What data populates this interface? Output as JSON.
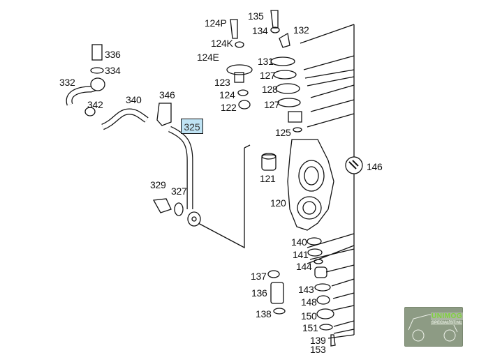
{
  "diagram": {
    "highlighted_part": "325",
    "labels": [
      "336",
      "334",
      "332",
      "342",
      "340",
      "346",
      "124P",
      "135",
      "134",
      "132",
      "124K",
      "124E",
      "131",
      "127",
      "128",
      "127",
      "125",
      "123",
      "124",
      "122",
      "121",
      "146",
      "120",
      "329",
      "327",
      "140",
      "141",
      "144",
      "137",
      "136",
      "143",
      "138",
      "148",
      "150",
      "151",
      "139",
      "153"
    ]
  },
  "logo": {
    "line1": "UNIMOG",
    "line2": "SPECIALIST.NL"
  }
}
